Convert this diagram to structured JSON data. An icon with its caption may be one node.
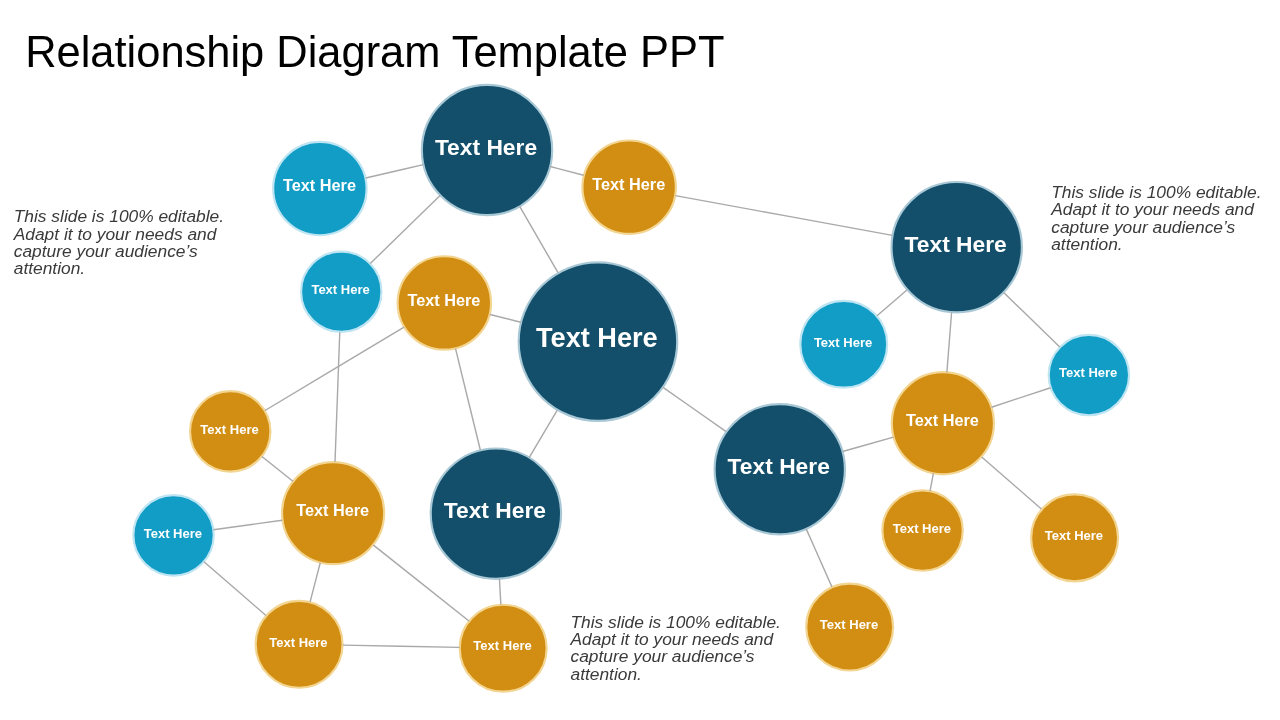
{
  "diagram": {
    "title": "Relationship Diagram Template PPT",
    "nodes": [
      {
        "text": [
          "Text Here"
        ]
      },
      {
        "text": [
          "Text Here"
        ]
      },
      {
        "text": [
          "Text Here"
        ]
      },
      {
        "text": [
          "Text Here"
        ]
      },
      {
        "text": [
          "Text Here"
        ]
      },
      {
        "text": [
          "Text Here"
        ]
      },
      {
        "text": [
          "Text Here"
        ]
      },
      {
        "text": [
          "Text Here"
        ]
      },
      {
        "text": [
          "Text Here"
        ]
      },
      {
        "text": [
          "Text Here"
        ]
      },
      {
        "text": [
          "Text Here"
        ]
      },
      {
        "text": [
          "Text Here"
        ]
      },
      {
        "text": [
          "Text Here"
        ]
      },
      {
        "text": [
          "Text Here"
        ]
      },
      {
        "text": [
          "Text Here"
        ]
      },
      {
        "text": [
          "Text Here"
        ]
      },
      {
        "text": [
          "Text Here"
        ]
      },
      {
        "text": [
          "Text Here"
        ]
      },
      {
        "text": [
          "Text Here"
        ]
      },
      {
        "text": [
          "Text Here"
        ]
      }
    ],
    "edges": [
      {
        "from": 0,
        "to": 1,
        "arrow": "none"
      },
      {
        "from": 0,
        "to": 2,
        "arrow": "none"
      },
      {
        "from": 0,
        "to": 4,
        "arrow": "none"
      },
      {
        "from": 0,
        "to": 6,
        "arrow": "none"
      },
      {
        "from": 2,
        "to": 3,
        "arrow": "none"
      },
      {
        "from": 4,
        "to": 12,
        "arrow": "none"
      },
      {
        "from": 5,
        "to": 6,
        "arrow": "none"
      },
      {
        "from": 5,
        "to": 10,
        "arrow": "none"
      },
      {
        "from": 5,
        "to": 13,
        "arrow": "none"
      },
      {
        "from": 6,
        "to": 13,
        "arrow": "none"
      },
      {
        "from": 6,
        "to": 11,
        "arrow": "none"
      },
      {
        "from": 3,
        "to": 7,
        "arrow": "none"
      },
      {
        "from": 3,
        "to": 9,
        "arrow": "none"
      },
      {
        "from": 3,
        "to": 8,
        "arrow": "none"
      },
      {
        "from": 9,
        "to": 11,
        "arrow": "none"
      },
      {
        "from": 9,
        "to": 8,
        "arrow": "none"
      },
      {
        "from": 9,
        "to": 15,
        "arrow": "none"
      },
      {
        "from": 9,
        "to": 16,
        "arrow": "none"
      },
      {
        "from": 11,
        "to": 17,
        "arrow": "none"
      },
      {
        "from": 10,
        "to": 12,
        "arrow": "none"
      },
      {
        "from": 12,
        "to": 14,
        "arrow": "none"
      },
      {
        "from": 12,
        "to": 18,
        "arrow": "none"
      },
      {
        "from": 12,
        "to": 19,
        "arrow": "none"
      },
      {
        "from": 14,
        "to": 18,
        "arrow": "none"
      },
      {
        "from": 18,
        "to": 19,
        "arrow": "none"
      },
      {
        "from": 13,
        "to": 19,
        "arrow": "none"
      }
    ],
    "labels": [
      "This slide is 100% editable. Adapt it to your needs and capture your audience’s attention.",
      "This slide is 100% editable. Adapt it to your needs and capture your audience’s attention.",
      "This slide is 100% editable. Adapt it to your needs and capture your audience’s attention."
    ]
  }
}
